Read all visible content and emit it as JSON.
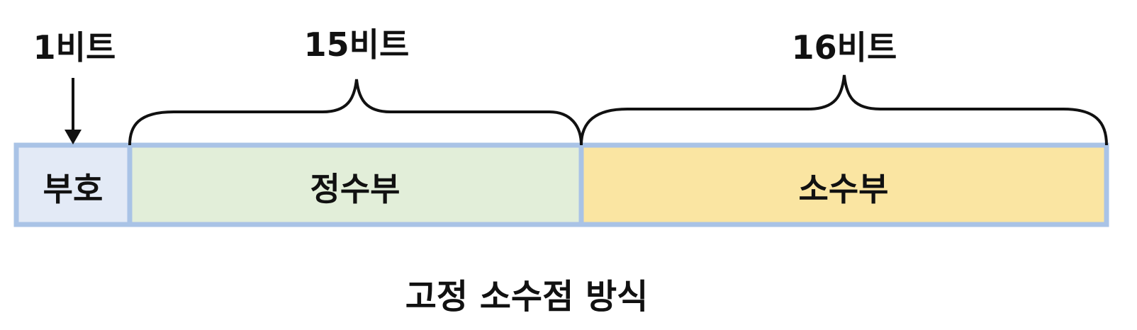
{
  "diagram": {
    "caption": "고정 소수점 방식",
    "fields": [
      {
        "id": "sign",
        "label": "부호",
        "bits_label": "1비트",
        "fill": "#e3eaf6"
      },
      {
        "id": "integer",
        "label": "정수부",
        "bits_label": "15비트",
        "fill": "#e2eed9"
      },
      {
        "id": "fraction",
        "label": "소수부",
        "bits_label": "16비트",
        "fill": "#fae5a2"
      }
    ],
    "colors": {
      "border": "#a9c3e6",
      "ink": "#111111"
    }
  }
}
